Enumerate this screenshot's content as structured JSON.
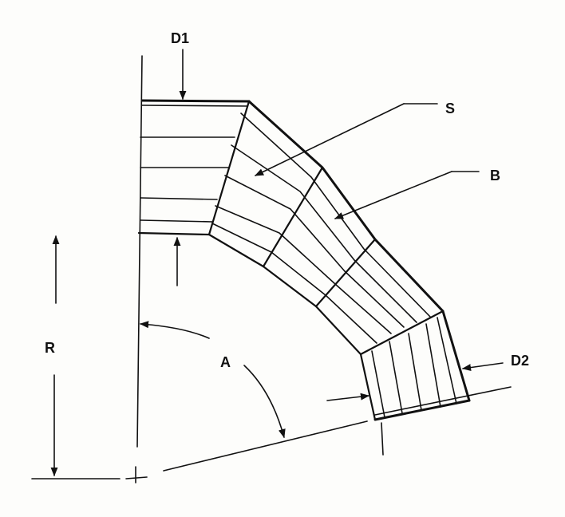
{
  "labels": {
    "d1": "D1",
    "s": "S",
    "b": "B",
    "r": "R",
    "a": "A",
    "d2": "D2"
  },
  "colors": {
    "ink": "#111111",
    "paper": "#fdfdfb"
  }
}
